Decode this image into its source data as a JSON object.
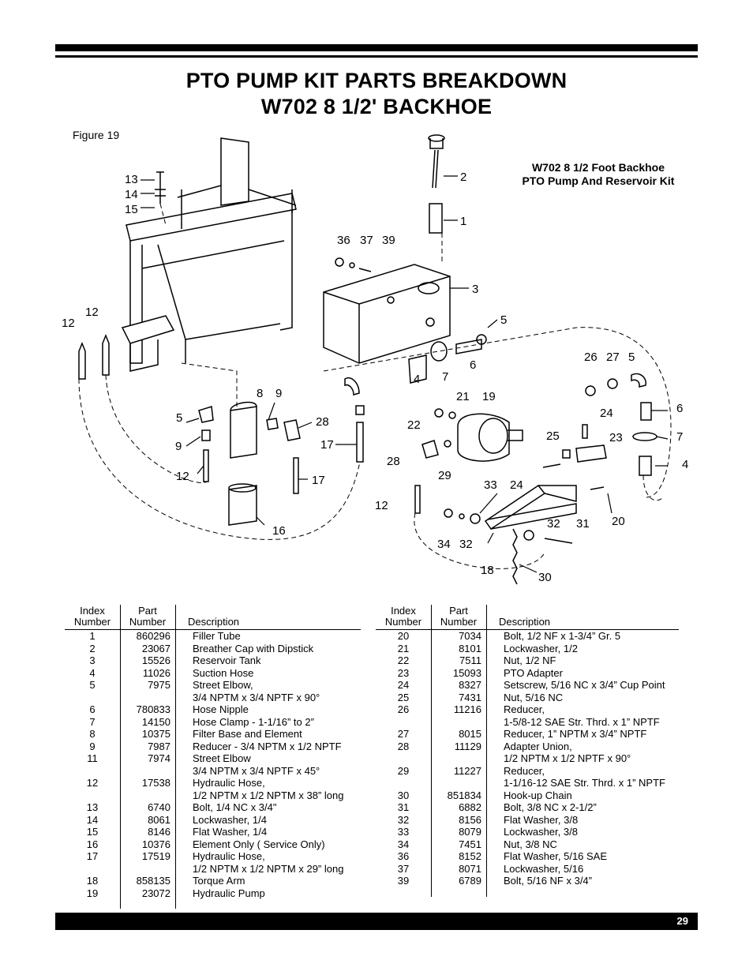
{
  "page": {
    "title_line1": "PTO PUMP KIT PARTS BREAKDOWN",
    "title_line2": "W702  8 1/2' BACKHOE",
    "figure_label": "Figure 19",
    "kit_title_line1": "W702  8 1/2 Foot Backhoe",
    "kit_title_line2": "PTO Pump And Reservoir Kit",
    "page_number": "29"
  },
  "table_headers": {
    "index_line1": "Index",
    "index_line2": "Number",
    "part_line1": "Part",
    "part_line2": "Number",
    "description": "Description"
  },
  "callouts": [
    "13",
    "14",
    "15",
    "2",
    "1",
    "36",
    "37",
    "39",
    "3",
    "5",
    "12",
    "12",
    "6",
    "4",
    "7",
    "26",
    "27",
    "5",
    "8",
    "9",
    "21",
    "19",
    "5",
    "9",
    "28",
    "17",
    "22",
    "24",
    "6",
    "7",
    "25",
    "23",
    "28",
    "29",
    "33",
    "24",
    "12",
    "12",
    "17",
    "16",
    "32",
    "31",
    "20",
    "34",
    "32",
    "18",
    "30",
    "4"
  ],
  "parts_left": [
    {
      "index": "1",
      "part": "860296",
      "desc": "Filler Tube"
    },
    {
      "index": "2",
      "part": "23067",
      "desc": "Breather Cap with Dipstick"
    },
    {
      "index": "3",
      "part": "15526",
      "desc": "Reservoir Tank"
    },
    {
      "index": "4",
      "part": "11026",
      "desc": "Suction Hose"
    },
    {
      "index": "5",
      "part": "7975",
      "desc": "Street Elbow,"
    },
    {
      "index": "",
      "part": "",
      "desc": "3/4 NPTM x 3/4 NPTF x 90°"
    },
    {
      "index": "6",
      "part": "780833",
      "desc": "Hose Nipple"
    },
    {
      "index": "7",
      "part": "14150",
      "desc": "Hose Clamp - 1-1/16” to 2”"
    },
    {
      "index": "8",
      "part": "10375",
      "desc": "Filter Base and Element"
    },
    {
      "index": "9",
      "part": "7987",
      "desc": "Reducer - 3/4 NPTM x 1/2 NPTF"
    },
    {
      "index": "11",
      "part": "7974",
      "desc": "Street Elbow"
    },
    {
      "index": "",
      "part": "",
      "desc": "3/4 NPTM x 3/4 NPTF x 45°"
    },
    {
      "index": "12",
      "part": "17538",
      "desc": "Hydraulic Hose,"
    },
    {
      "index": "",
      "part": "",
      "desc": "1/2 NPTM x 1/2 NPTM x 38” long"
    },
    {
      "index": "13",
      "part": "6740",
      "desc": "Bolt, 1/4 NC x 3/4\""
    },
    {
      "index": "14",
      "part": "8061",
      "desc": "Lockwasher, 1/4"
    },
    {
      "index": "15",
      "part": "8146",
      "desc": "Flat Washer, 1/4"
    },
    {
      "index": "16",
      "part": "10376",
      "desc": "Element Only ( Service Only)"
    },
    {
      "index": "17",
      "part": "17519",
      "desc": "Hydraulic Hose,"
    },
    {
      "index": "",
      "part": "",
      "desc": "1/2 NPTM x 1/2 NPTM x 29” long"
    },
    {
      "index": "18",
      "part": "858135",
      "desc": "Torque Arm"
    },
    {
      "index": "19",
      "part": "23072",
      "desc": "Hydraulic Pump"
    }
  ],
  "parts_right": [
    {
      "index": "20",
      "part": "7034",
      "desc": "Bolt, 1/2 NF x 1-3/4” Gr. 5"
    },
    {
      "index": "21",
      "part": "8101",
      "desc": "Lockwasher, 1/2"
    },
    {
      "index": "22",
      "part": "7511",
      "desc": "Nut, 1/2 NF"
    },
    {
      "index": "23",
      "part": "15093",
      "desc": "PTO Adapter"
    },
    {
      "index": "24",
      "part": "8327",
      "desc": "Setscrew, 5/16 NC x 3/4” Cup Point"
    },
    {
      "index": "25",
      "part": "7431",
      "desc": "Nut, 5/16 NC"
    },
    {
      "index": "26",
      "part": "11216",
      "desc": "Reducer,"
    },
    {
      "index": "",
      "part": "",
      "desc": "1-5/8-12 SAE Str. Thrd. x 1” NPTF"
    },
    {
      "index": "27",
      "part": "8015",
      "desc": "Reducer, 1” NPTM x 3/4” NPTF"
    },
    {
      "index": "28",
      "part": "11129",
      "desc": "Adapter Union,"
    },
    {
      "index": "",
      "part": "",
      "desc": "1/2 NPTM x 1/2 NPTF x 90°"
    },
    {
      "index": "29",
      "part": "11227",
      "desc": "Reducer,"
    },
    {
      "index": "",
      "part": "",
      "desc": "1-1/16-12 SAE Str. Thrd. x 1” NPTF"
    },
    {
      "index": "30",
      "part": "851834",
      "desc": "Hook-up Chain"
    },
    {
      "index": "31",
      "part": "6882",
      "desc": "Bolt, 3/8 NC x 2-1/2”"
    },
    {
      "index": "32",
      "part": "8156",
      "desc": "Flat Washer, 3/8"
    },
    {
      "index": "33",
      "part": "8079",
      "desc": "Lockwasher, 3/8"
    },
    {
      "index": "34",
      "part": "7451",
      "desc": "Nut, 3/8 NC"
    },
    {
      "index": "36",
      "part": "8152",
      "desc": "Flat Washer, 5/16 SAE"
    },
    {
      "index": "37",
      "part": "8071",
      "desc": "Lockwasher, 5/16"
    },
    {
      "index": "39",
      "part": "6789",
      "desc": "Bolt, 5/16 NF x 3/4”"
    }
  ]
}
